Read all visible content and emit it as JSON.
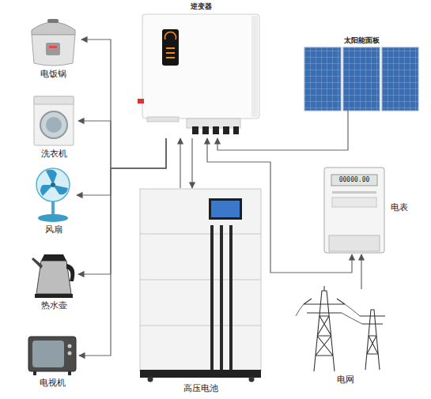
{
  "diagram": {
    "nodes": [
      {
        "text": [
          "逆变器"
        ]
      },
      {
        "text": [
          "太阳能面板"
        ]
      },
      {
        "text": [
          "电饭锅"
        ]
      },
      {
        "text": [
          "洗衣机"
        ]
      },
      {
        "text": [
          "风扇"
        ]
      },
      {
        "text": [
          "热水壶"
        ]
      },
      {
        "text": [
          "电视机"
        ]
      },
      {
        "text": [
          "高压电池"
        ]
      },
      {
        "text": [
          "电表"
        ]
      },
      {
        "text": [
          "电网"
        ]
      }
    ],
    "edges": [
      {
        "from": 0,
        "to": 2,
        "arrow": "to"
      },
      {
        "from": 0,
        "to": 3,
        "arrow": "to"
      },
      {
        "from": 0,
        "to": 4,
        "arrow": "to"
      },
      {
        "from": 0,
        "to": 5,
        "arrow": "to"
      },
      {
        "from": 0,
        "to": 6,
        "arrow": "to"
      },
      {
        "from": 1,
        "to": 0,
        "arrow": "to"
      },
      {
        "from": 7,
        "to": 0,
        "arrow": "to"
      },
      {
        "from": 0,
        "to": 7,
        "arrow": "to"
      },
      {
        "from": 0,
        "to": 8,
        "arrow": "both"
      },
      {
        "from": 9,
        "to": 8,
        "arrow": "to"
      }
    ],
    "labels": [
      "00000.00"
    ]
  }
}
